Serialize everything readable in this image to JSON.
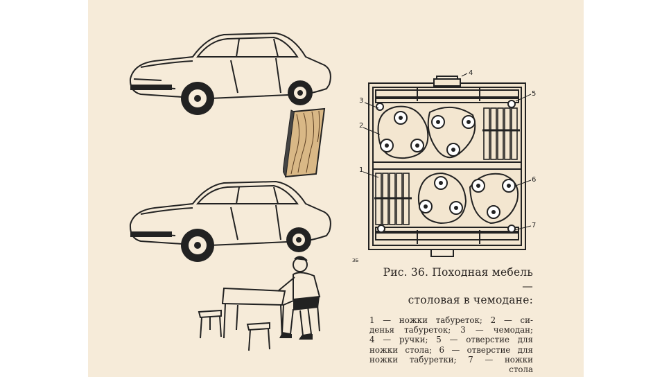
{
  "figure": {
    "caption_title_line1": "Рис. 36. Походная мебель —",
    "caption_title_line2": "столовая в чемодане:",
    "legend_lines": [
      "1 — ножки табуреток; 2 — си-",
      "денья табуреток; 3 — чемодан;",
      "4 — ручки; 5 — отверстие для",
      "ножки стола; 6 — отверстие для",
      "ножки табуретки; 7 — ножки",
      "стола"
    ],
    "callouts": [
      "1",
      "2",
      "3",
      "4",
      "5",
      "6",
      "7"
    ],
    "stray_mark": "ЗБ"
  },
  "colors": {
    "paper": "#f6ebd9",
    "ink": "#222222",
    "background": "#ffffff"
  }
}
